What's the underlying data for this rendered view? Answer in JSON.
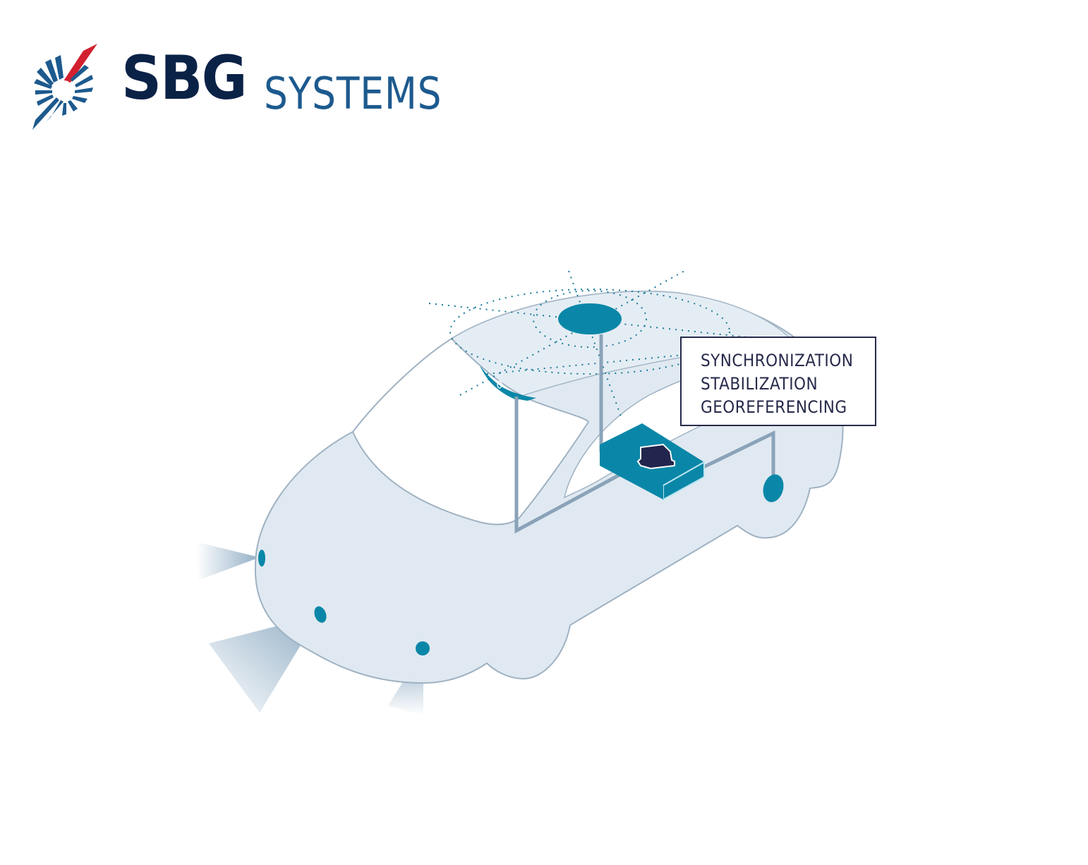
{
  "brand": {
    "name_bold": "SBG",
    "name_light": "SYSTEMS",
    "colors": {
      "navy": "#0b2247",
      "blue": "#1d5a8e",
      "red": "#d2202f"
    }
  },
  "diagram": {
    "subject": "vehicle with sensor suite",
    "colors": {
      "body_fill": "#e0e9f1",
      "body_stroke": "#9fb2c3",
      "sensor": "#0a87a8",
      "wire": "#8aa3b9",
      "unit_chip": "#22254d",
      "box_border": "#262a4a"
    },
    "components": [
      "gnss-antenna",
      "front-camera",
      "inertial-unit",
      "wheel-odometer",
      "front-left-lidar",
      "front-center-lidar",
      "front-right-lidar"
    ]
  },
  "info_box": {
    "lines": [
      "SYNCHRONIZATION",
      "STABILIZATION",
      "GEOREFERENCING"
    ]
  }
}
